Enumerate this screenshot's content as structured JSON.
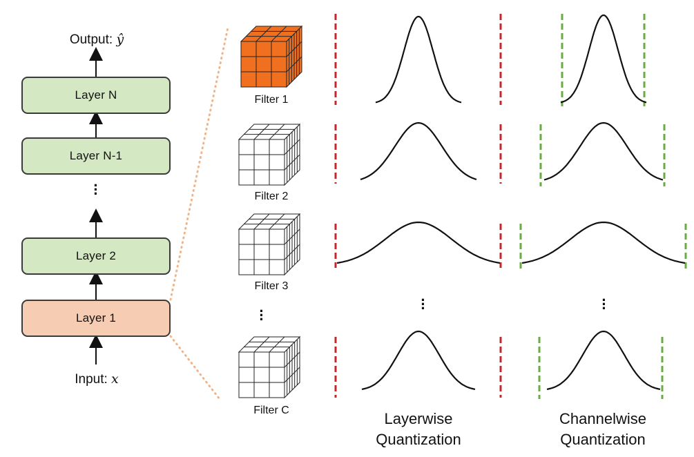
{
  "network": {
    "output_label": "Output:",
    "output_symbol": "ŷ",
    "input_label": "Input:",
    "input_symbol": "x",
    "layers": {
      "layer_n": "Layer N",
      "layer_n_minus_1": "Layer N-1",
      "layer_2": "Layer 2",
      "layer_1": "Layer 1"
    },
    "colors": {
      "layer_fill": "#d5e8c4",
      "highlight_fill": "#f6cdb3",
      "connector": "#f0b48a"
    }
  },
  "filters": {
    "labels": [
      "Filter 1",
      "Filter 2",
      "Filter 3",
      "Filter C"
    ],
    "colors": {
      "highlight_cube": "#f07020",
      "plain_cube": "#ffffff"
    }
  },
  "quantization": {
    "layerwise_caption_line1": "Layerwise",
    "layerwise_caption_line2": "Quantization",
    "channelwise_caption_line1": "Channelwise",
    "channelwise_caption_line2": "Quantization",
    "colors": {
      "layerwise_bound": "#c0282d",
      "channelwise_bound": "#6aab46"
    }
  }
}
